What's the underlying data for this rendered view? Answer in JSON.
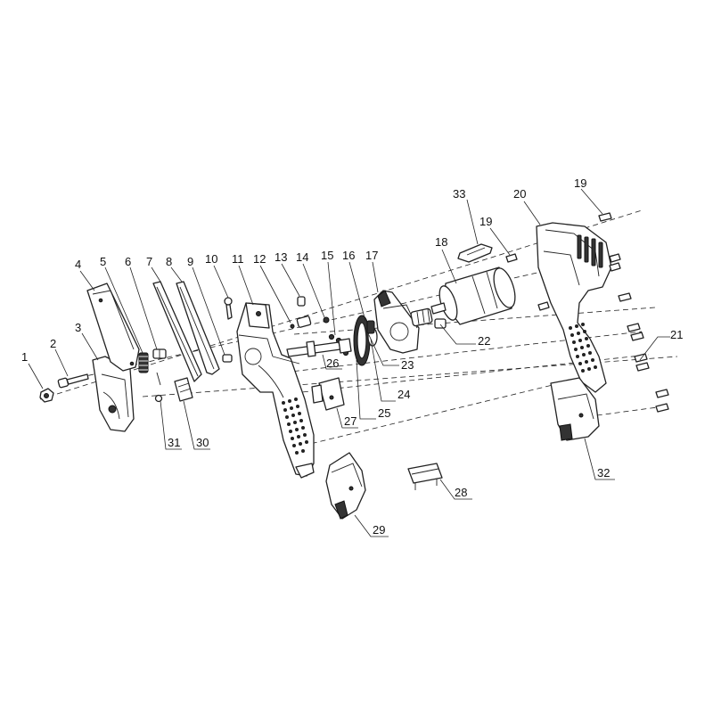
{
  "diagram": {
    "callouts": [
      {
        "id": "1",
        "text": "1"
      },
      {
        "id": "2",
        "text": "2"
      },
      {
        "id": "3",
        "text": "3"
      },
      {
        "id": "4",
        "text": "4"
      },
      {
        "id": "5",
        "text": "5"
      },
      {
        "id": "6",
        "text": "6"
      },
      {
        "id": "7",
        "text": "7"
      },
      {
        "id": "8",
        "text": "8"
      },
      {
        "id": "9",
        "text": "9"
      },
      {
        "id": "10",
        "text": "10"
      },
      {
        "id": "11",
        "text": "11"
      },
      {
        "id": "12",
        "text": "12"
      },
      {
        "id": "13",
        "text": "13"
      },
      {
        "id": "14",
        "text": "14"
      },
      {
        "id": "15",
        "text": "15"
      },
      {
        "id": "16",
        "text": "16"
      },
      {
        "id": "17",
        "text": "17"
      },
      {
        "id": "18",
        "text": "18"
      },
      {
        "id": "19a",
        "text": "19"
      },
      {
        "id": "19b",
        "text": "19"
      },
      {
        "id": "20",
        "text": "20"
      },
      {
        "id": "21",
        "text": "21"
      },
      {
        "id": "22",
        "text": "22"
      },
      {
        "id": "23",
        "text": "23"
      },
      {
        "id": "24",
        "text": "24"
      },
      {
        "id": "25",
        "text": "25"
      },
      {
        "id": "26",
        "text": "26"
      },
      {
        "id": "27",
        "text": "27"
      },
      {
        "id": "28",
        "text": "28"
      },
      {
        "id": "29",
        "text": "29"
      },
      {
        "id": "30",
        "text": "30"
      },
      {
        "id": "31",
        "text": "31"
      },
      {
        "id": "32",
        "text": "32"
      },
      {
        "id": "33",
        "text": "33"
      }
    ]
  }
}
